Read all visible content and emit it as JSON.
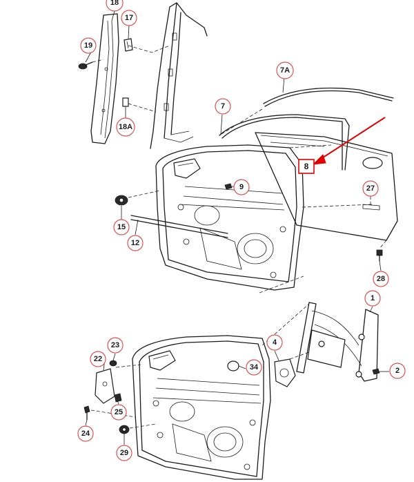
{
  "diagram": {
    "callouts": [
      {
        "id": "c18",
        "label": "18"
      },
      {
        "id": "c17",
        "label": "17"
      },
      {
        "id": "c19",
        "label": "19"
      },
      {
        "id": "c18a",
        "label": "18A"
      },
      {
        "id": "c7a",
        "label": "7A"
      },
      {
        "id": "c7",
        "label": "7"
      },
      {
        "id": "c9",
        "label": "9"
      },
      {
        "id": "c27",
        "label": "27"
      },
      {
        "id": "c15",
        "label": "15"
      },
      {
        "id": "c12",
        "label": "12"
      },
      {
        "id": "c28",
        "label": "28"
      },
      {
        "id": "c1",
        "label": "1"
      },
      {
        "id": "c4",
        "label": "4"
      },
      {
        "id": "c23",
        "label": "23"
      },
      {
        "id": "c22",
        "label": "22"
      },
      {
        "id": "c34",
        "label": "34"
      },
      {
        "id": "c2",
        "label": "2"
      },
      {
        "id": "c25",
        "label": "25"
      },
      {
        "id": "c24",
        "label": "24"
      },
      {
        "id": "c29",
        "label": "29"
      }
    ],
    "highlight": {
      "label": "8",
      "arrow_color": "#e00000"
    },
    "colors": {
      "callout_ring": "#d9534f",
      "highlight": "#e00000",
      "line": "#1a1a1a"
    }
  }
}
